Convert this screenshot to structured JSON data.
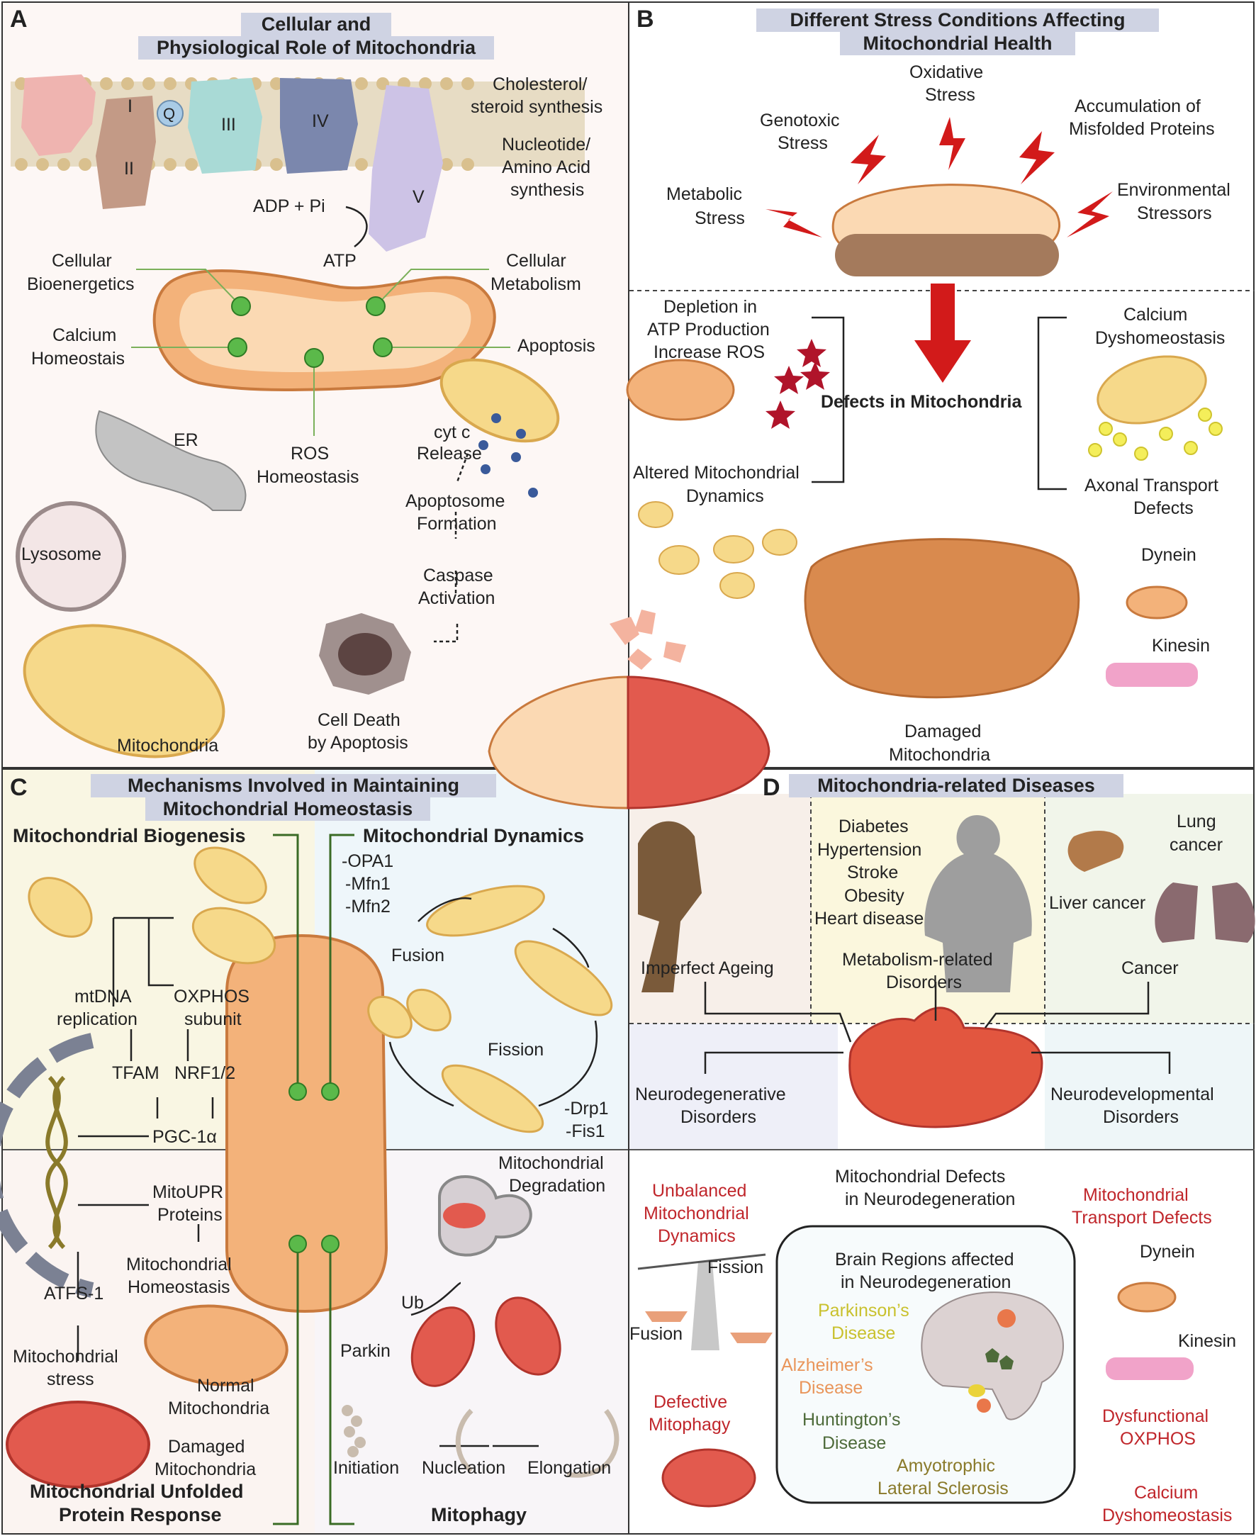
{
  "panelA": {
    "letter": "A",
    "title1": "Cellular and",
    "title2": "Physiological Role of Mitochondria",
    "complexes": [
      "I",
      "Q",
      "II",
      "III",
      "IV",
      "V"
    ],
    "side1a": "Cholesterol/",
    "side1b": "steroid synthesis",
    "side2a": "Nucleotide/",
    "side2b": "Amino Acid",
    "side2c": "synthesis",
    "adp": "ADP + Pi",
    "atp": "ATP",
    "bio1": "Cellular",
    "bio2": "Bioenergetics",
    "met1": "Cellular",
    "met2": "Metabolism",
    "ca1": "Calcium",
    "ca2": "Homeostais",
    "apoptosis": "Apoptosis",
    "ros1": "ROS",
    "ros2": "Homeostasis",
    "er": "ER",
    "lysosome": "Lysosome",
    "mito": "Mitochondria",
    "cytc1": "cyt c",
    "cytc2": "Release",
    "apo1": "Apoptosome",
    "apo2": "Formation",
    "casp1": "Caspase",
    "casp2": "Activation",
    "death1": "Cell Death",
    "death2": "by Apoptosis"
  },
  "panelB": {
    "letter": "B",
    "title1": "Different Stress Conditions Affecting",
    "title2": "Mitochondrial Health",
    "ox1": "Oxidative",
    "ox2": "Stress",
    "geno1": "Genotoxic",
    "geno2": "Stress",
    "misf1": "Accumulation of",
    "misf2": "Misfolded Proteins",
    "metab1": "Metabolic",
    "metab2": "Stress",
    "env1": "Environmental",
    "env2": "Stressors",
    "dep1": "Depletion in",
    "dep2": "ATP Production",
    "dep3": "Increase ROS",
    "defects": "Defects in Mitochondria",
    "calc1": "Calcium",
    "calc2": "Dyshomeostasis",
    "alt1": "Altered Mitochondrial",
    "alt2": "Dynamics",
    "axon1": "Axonal Transport",
    "axon2": "Defects",
    "dynein": "Dynein",
    "kinesin": "Kinesin",
    "dam1": "Damaged",
    "dam2": "Mitochondria"
  },
  "panelC": {
    "letter": "C",
    "title1": "Mechanisms Involved in Maintaining",
    "title2": "Mitochondrial Homeostasis",
    "biogenesis": "Mitochondrial Biogenesis",
    "dynamics": "Mitochondrial Dynamics",
    "opa": "-OPA1",
    "mfn1": "-Mfn1",
    "mfn2": "-Mfn2",
    "fusion": "Fusion",
    "fission": "Fission",
    "drp": "-Drp1",
    "fis": "-Fis1",
    "mtdna1": "mtDNA",
    "mtdna2": "replication",
    "oxphos1": "OXPHOS",
    "oxphos2": "subunit",
    "tfam": "TFAM",
    "nrf": "NRF1/2",
    "pgc": "PGC-1α",
    "mitoupr1": "MitoUPR",
    "mitoupr2": "Proteins",
    "mhom1": "Mitochondrial",
    "mhom2": "Homeostasis",
    "atfs": "ATFS-1",
    "mstress1": "Mitochondrial",
    "mstress2": "stress",
    "normal1": "Normal",
    "normal2": "Mitochondria",
    "damaged1": "Damaged",
    "damaged2": "Mitochondria",
    "upr1": "Mitochondrial Unfolded",
    "upr2": "Protein Response",
    "degr1": "Mitochondrial",
    "degr2": "Degradation",
    "ub": "Ub",
    "parkin": "Parkin",
    "initiation": "Initiation",
    "nucleation": "Nucleation",
    "elongation": "Elongation",
    "mitophagy": "Mitophagy"
  },
  "panelD": {
    "letter": "D",
    "title": "Mitochondria-related Diseases",
    "metdis": [
      "Diabetes",
      "Hypertension",
      "Stroke",
      "Obesity",
      "Heart disease"
    ],
    "lung1": "Lung",
    "lung2": "cancer",
    "liver": "Liver cancer",
    "ageing": "Imperfect Ageing",
    "metrel1": "Metabolism-related",
    "metrel2": "Disorders",
    "cancer": "Cancer",
    "neurodeg1": "Neurodegenerative",
    "neurodeg2": "Disorders",
    "neurodev1": "Neurodevelopmental",
    "neurodev2": "Disorders",
    "defneuro1": "Mitochondrial Defects",
    "defneuro2": "in Neurodegeneration",
    "unbal1": "Unbalanced",
    "unbal2": "Mitochondrial",
    "unbal3": "Dynamics",
    "fission": "Fission",
    "fusion": "Fusion",
    "transp1": "Mitochondrial",
    "transp2": "Transport Defects",
    "dynein": "Dynein",
    "kinesin": "Kinesin",
    "brain1": "Brain Regions affected",
    "brain2": "in Neurodegeneration",
    "pd1": "Parkinson’s",
    "pd2": "Disease",
    "ad1": "Alzheimer’s",
    "ad2": "Disease",
    "hd1": "Huntington’s",
    "hd2": "Disease",
    "als1": "Amyotrophic",
    "als2": "Lateral Sclerosis",
    "defmito1": "Defective",
    "defmito2": "Mitophagy",
    "dysox1": "Dysfunctional",
    "dysox2": "OXPHOS",
    "cadys1": "Calcium",
    "cadys2": "Dyshomeostasis"
  },
  "colors": {
    "titleBar": "#cfd3e3",
    "mitoOrange": "#f3b27a",
    "mitoYellow": "#f6d98a",
    "green": "#5bb94a",
    "red": "#d21a1a",
    "diseaseRed": "#c0262b"
  }
}
